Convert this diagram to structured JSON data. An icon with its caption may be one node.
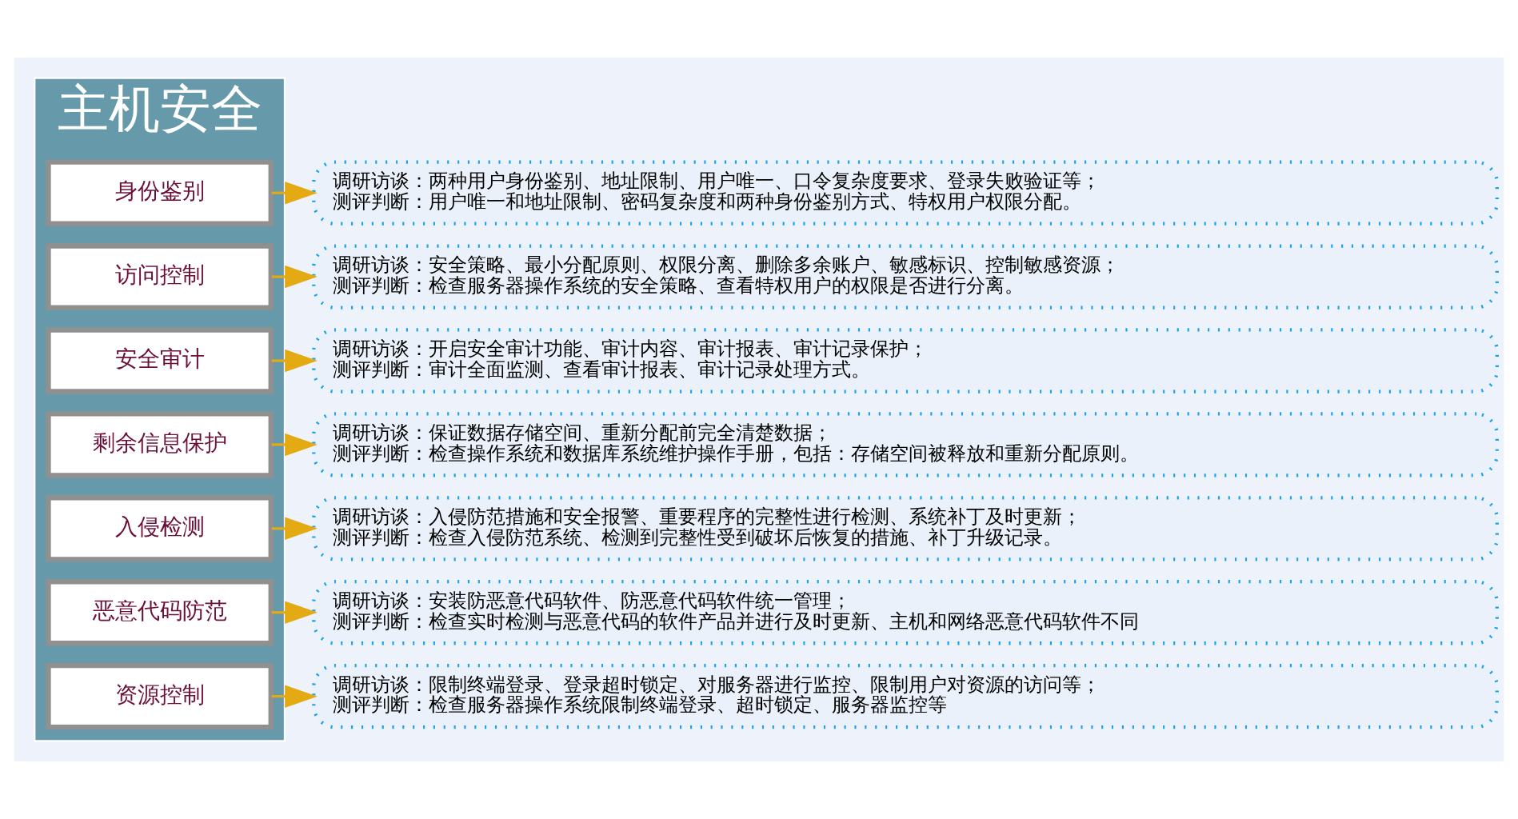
{
  "diagram": {
    "nodes": [
      {
        "text": [
          "主机安全"
        ]
      },
      {
        "text": [
          "身份鉴别"
        ],
        "in": 0
      },
      {
        "text": [
          "调研访谈：两种用户身份鉴别、地址限制、用户唯一、口令复杂度要求、登录失败验证等；",
          "测评判断：用户唯一和地址限制、密码复杂度和两种身份鉴别方式、特权用户权限分配。"
        ]
      },
      {
        "text": [
          "访问控制"
        ],
        "in": 0
      },
      {
        "text": [
          "调研访谈：安全策略、最小分配原则、权限分离、删除多余账户、敏感标识、控制敏感资源；",
          "测评判断：检查服务器操作系统的安全策略、查看特权用户的权限是否进行分离。"
        ]
      },
      {
        "text": [
          "安全审计"
        ],
        "in": 0
      },
      {
        "text": [
          "调研访谈：开启安全审计功能、审计内容、审计报表、审计记录保护；",
          "测评判断：审计全面监测、查看审计报表、审计记录处理方式。"
        ]
      },
      {
        "text": [
          "剩余信息保护"
        ],
        "in": 0
      },
      {
        "text": [
          "调研访谈：保证数据存储空间、重新分配前完全清楚数据；",
          "测评判断：检查操作系统和数据库系统维护操作手册，包括：存储空间被释放和重新分配原则。"
        ]
      },
      {
        "text": [
          "入侵检测"
        ],
        "in": 0
      },
      {
        "text": [
          "调研访谈：入侵防范措施和安全报警、重要程序的完整性进行检测、系统补丁及时更新；",
          "测评判断：检查入侵防范系统、检测到完整性受到破坏后恢复的措施、补丁升级记录。"
        ]
      },
      {
        "text": [
          "恶意代码防范"
        ],
        "in": 0
      },
      {
        "text": [
          "调研访谈：安装防恶意代码软件、防恶意代码软件统一管理；",
          "测评判断：检查实时检测与恶意代码的软件产品并进行及时更新、主机和网络恶意代码软件不同"
        ]
      },
      {
        "text": [
          "资源控制"
        ],
        "in": 0
      },
      {
        "text": [
          "调研访谈：限制终端登录、登录超时锁定、对服务器进行监控、限制用户对资源的访问等；",
          "测评判断：检查服务器操作系统限制终端登录、超时锁定、服务器监控等"
        ]
      }
    ],
    "edges": [
      {
        "from": 1,
        "to": 2,
        "arrow": "to"
      },
      {
        "from": 3,
        "to": 4,
        "arrow": "to"
      },
      {
        "from": 5,
        "to": 6,
        "arrow": "to"
      },
      {
        "from": 7,
        "to": 8,
        "arrow": "to"
      },
      {
        "from": 9,
        "to": 10,
        "arrow": "to"
      },
      {
        "from": 11,
        "to": 12,
        "arrow": "to"
      },
      {
        "from": 13,
        "to": 14,
        "arrow": "to"
      }
    ]
  }
}
